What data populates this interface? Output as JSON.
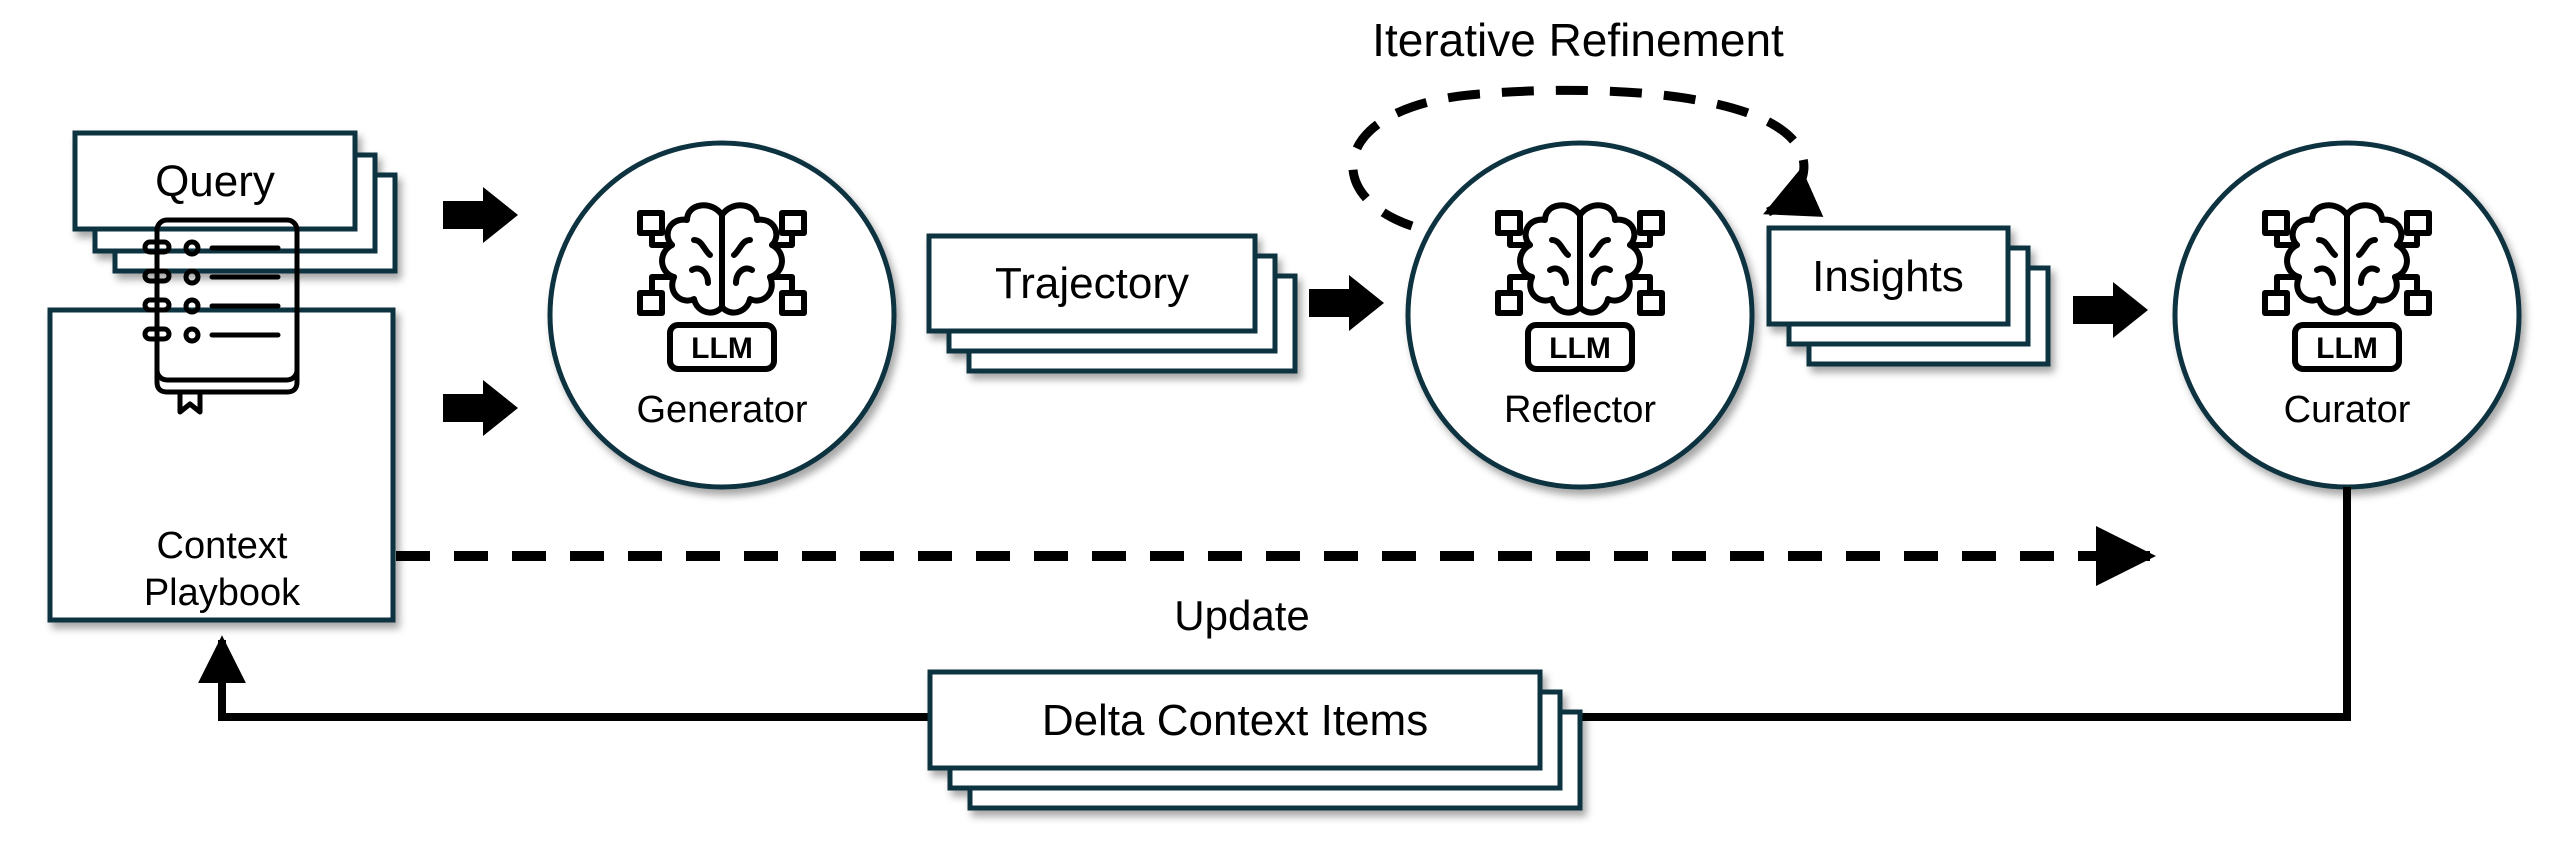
{
  "title": "Iterative Refinement",
  "inputs": {
    "query": "Query",
    "playbook_line1": "Context",
    "playbook_line2": "Playbook"
  },
  "agents": [
    {
      "label": "Generator",
      "icon": "brain-llm-icon",
      "badge": "LLM"
    },
    {
      "label": "Reflector",
      "icon": "brain-llm-icon",
      "badge": "LLM"
    },
    {
      "label": "Curator",
      "icon": "brain-llm-icon",
      "badge": "LLM"
    }
  ],
  "artifacts": {
    "trajectory": "Trajectory",
    "insights": "Insights",
    "delta": "Delta Context Items"
  },
  "update_label": "Update",
  "colors": {
    "box_stroke": "#10303f",
    "arrow": "#000000"
  }
}
